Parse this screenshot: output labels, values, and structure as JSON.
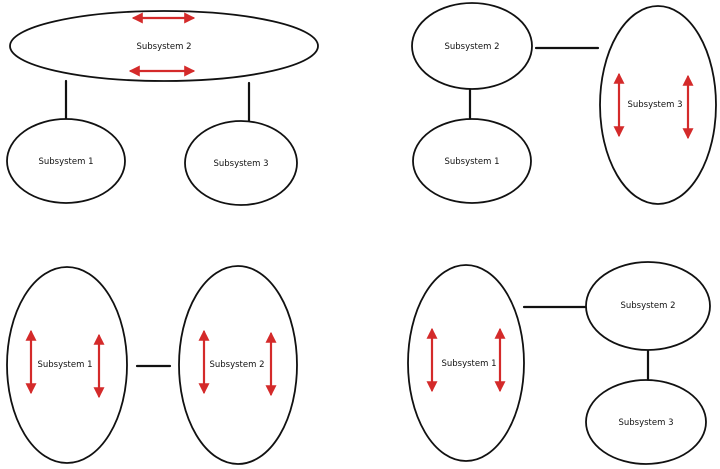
{
  "colors": {
    "stroke": "#111111",
    "arrow": "#d42a2a",
    "background": "#ffffff"
  },
  "panels": [
    {
      "id": "panel-top-left",
      "nodes": [
        {
          "id": "tl-n2",
          "label": "Subsystem 2"
        },
        {
          "id": "tl-n1",
          "label": "Subsystem 1"
        },
        {
          "id": "tl-n3",
          "label": "Subsystem 3"
        }
      ],
      "links": [
        {
          "from": "tl-n2",
          "to": "tl-n1"
        },
        {
          "from": "tl-n2",
          "to": "tl-n3"
        }
      ],
      "arrows": [
        {
          "node": "tl-n2",
          "direction": "horizontal"
        },
        {
          "node": "tl-n2",
          "direction": "horizontal"
        }
      ]
    },
    {
      "id": "panel-top-right",
      "nodes": [
        {
          "id": "tr-n2",
          "label": "Subsystem 2"
        },
        {
          "id": "tr-n1",
          "label": "Subsystem 1"
        },
        {
          "id": "tr-n3",
          "label": "Subsystem 3"
        }
      ],
      "links": [
        {
          "from": "tr-n2",
          "to": "tr-n1"
        },
        {
          "from": "tr-n2",
          "to": "tr-n3"
        }
      ],
      "arrows": [
        {
          "node": "tr-n3",
          "direction": "vertical"
        },
        {
          "node": "tr-n3",
          "direction": "vertical"
        }
      ]
    },
    {
      "id": "panel-bottom-left",
      "nodes": [
        {
          "id": "bl-n1",
          "label": "Subsystem 1"
        },
        {
          "id": "bl-n2",
          "label": "Subsystem 2"
        }
      ],
      "links": [
        {
          "from": "bl-n1",
          "to": "bl-n2"
        }
      ],
      "arrows": [
        {
          "node": "bl-n1",
          "direction": "vertical"
        },
        {
          "node": "bl-n1",
          "direction": "vertical"
        },
        {
          "node": "bl-n2",
          "direction": "vertical"
        },
        {
          "node": "bl-n2",
          "direction": "vertical"
        }
      ]
    },
    {
      "id": "panel-bottom-right",
      "nodes": [
        {
          "id": "br-n1",
          "label": "Subsystem 1"
        },
        {
          "id": "br-n2",
          "label": "Subsystem 2"
        },
        {
          "id": "br-n3",
          "label": "Subsystem 3"
        }
      ],
      "links": [
        {
          "from": "br-n1",
          "to": "br-n2"
        },
        {
          "from": "br-n2",
          "to": "br-n3"
        }
      ],
      "arrows": [
        {
          "node": "br-n1",
          "direction": "vertical"
        },
        {
          "node": "br-n1",
          "direction": "vertical"
        }
      ]
    }
  ]
}
